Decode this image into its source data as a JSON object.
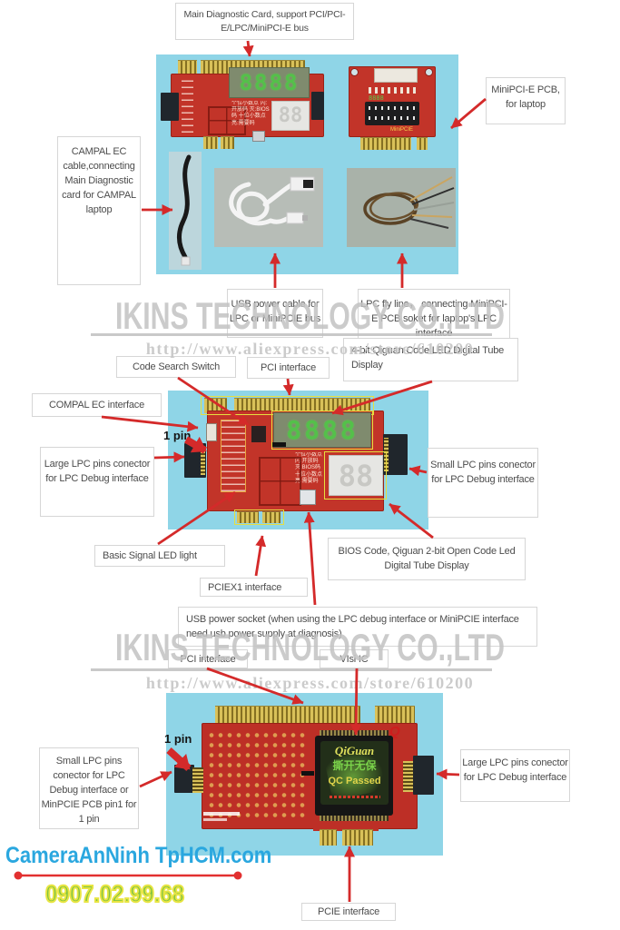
{
  "callouts": {
    "main_card": "Main Diagnostic Card, support PCI/PCI-E/LPC/MiniPCI-E bus",
    "minipcie_pcb": "MiniPCI-E PCB, for laptop",
    "campal_ec_cable": "CAMPAL EC cable,connecting Main Diagnostic card for CAMPAL laptop",
    "usb_power_cable": "USB power cable for LPC or MiniPCIE bus",
    "lpc_fly_line": "LPC fly line， connecting MiniPCI-E PCB soket for laptop's LPC interface",
    "code_search_switch": "Code Search Switch",
    "pci_interface_mid": "PCI interface",
    "four_bit_display": "4-bit Qiguan Code LED Digital Tube Display",
    "compal_ec_interface": "COMPAL EC interface",
    "one_pin_mid": "1 pin",
    "large_lpc_mid": "Large LPC pins conector for LPC Debug interface",
    "small_lpc_mid": "Small LPC pins conector for LPC Debug interface",
    "basic_signal_led": "Basic Signal LED light",
    "pciex1_interface": "PCIEX1 interface",
    "bios_code_display": "BIOS Code, Qiguan 2-bit Open Code Led Digital Tube Display",
    "usb_power_socket": "USB power socket (when using the LPC debug interface or MiniPCIE interface need usb power supply at diagnosis)",
    "pci_interface_bottom": "PCI interface",
    "vlsi_ic": "VIsi IC",
    "one_pin_bottom": "1 pin",
    "small_lpc_bottom": "Small LPC pins conector for LPC Debug interface or MinPCIE PCB pin1 for 1 pin",
    "large_lpc_bottom": "Large LPC pins conector for LPC Debug interface",
    "pcie_interface": "PCIE interface"
  },
  "watermark": {
    "company": "IKINS TECHNOLOGY CO.,LTD",
    "url": "http://www.aliexpress.com/store/610200"
  },
  "branding": {
    "site": "CameraAnNinh TpHCM.com",
    "phone": "0907.02.99.68"
  },
  "card_graphics": {
    "display_4digit": "8888",
    "display_2digit": "88",
    "minipcie_silk": "MiniPCIE",
    "sticker_brand": "QiGuan",
    "sticker_line2": "撕开无保",
    "sticker_line3": "QC Passed",
    "logo_letter": "Q",
    "notes_block1": "个位小数点 闪:开放码 灭:BIOS码",
    "notes_block2": "十位小数点 亮:需要码"
  },
  "colors": {
    "arrow_red": "#d42a2a",
    "panel_blue": "#8fd5e7",
    "pcb_red": "#c23429",
    "gold": "#d9c159",
    "watermark_gray": "#c3c3c3",
    "brand_blue": "#2aa7df",
    "phone_green": "#7dc242",
    "phone_outline": "#e8e542"
  }
}
